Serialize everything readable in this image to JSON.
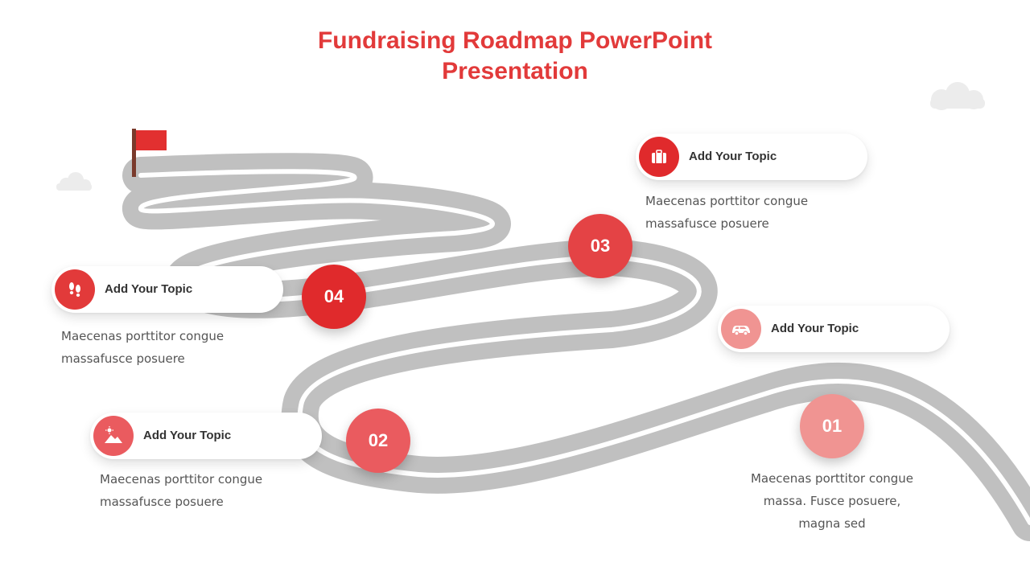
{
  "title": {
    "line1": "Fundraising Roadmap PowerPoint",
    "line2": "Presentation"
  },
  "colors": {
    "title": "#e23a3a",
    "road": "#c0c0c0",
    "step_01": "#f09492",
    "step_02": "#ea5b5f",
    "step_03": "#e44345",
    "step_04": "#e02a2c",
    "flag": "#e23030",
    "pole": "#7a3a2c"
  },
  "steps": [
    {
      "number": "01",
      "topic": "Add Your Topic",
      "icon": "car-icon",
      "desc": [
        "Maecenas porttitor congue",
        "massa. Fusce posuere,",
        "magna sed"
      ]
    },
    {
      "number": "02",
      "topic": "Add Your Topic",
      "icon": "mountain-sun-icon",
      "desc": [
        "Maecenas porttitor congue",
        "massafusce posuere"
      ]
    },
    {
      "number": "03",
      "topic": "Add Your Topic",
      "icon": "briefcase-icon",
      "desc": [
        "Maecenas porttitor congue",
        "massafusce posuere"
      ]
    },
    {
      "number": "04",
      "topic": "Add Your Topic",
      "icon": "footprints-icon",
      "desc": [
        "Maecenas porttitor congue",
        "massafusce posuere"
      ]
    }
  ],
  "decorations": [
    "flag-icon",
    "cloud-icon"
  ]
}
